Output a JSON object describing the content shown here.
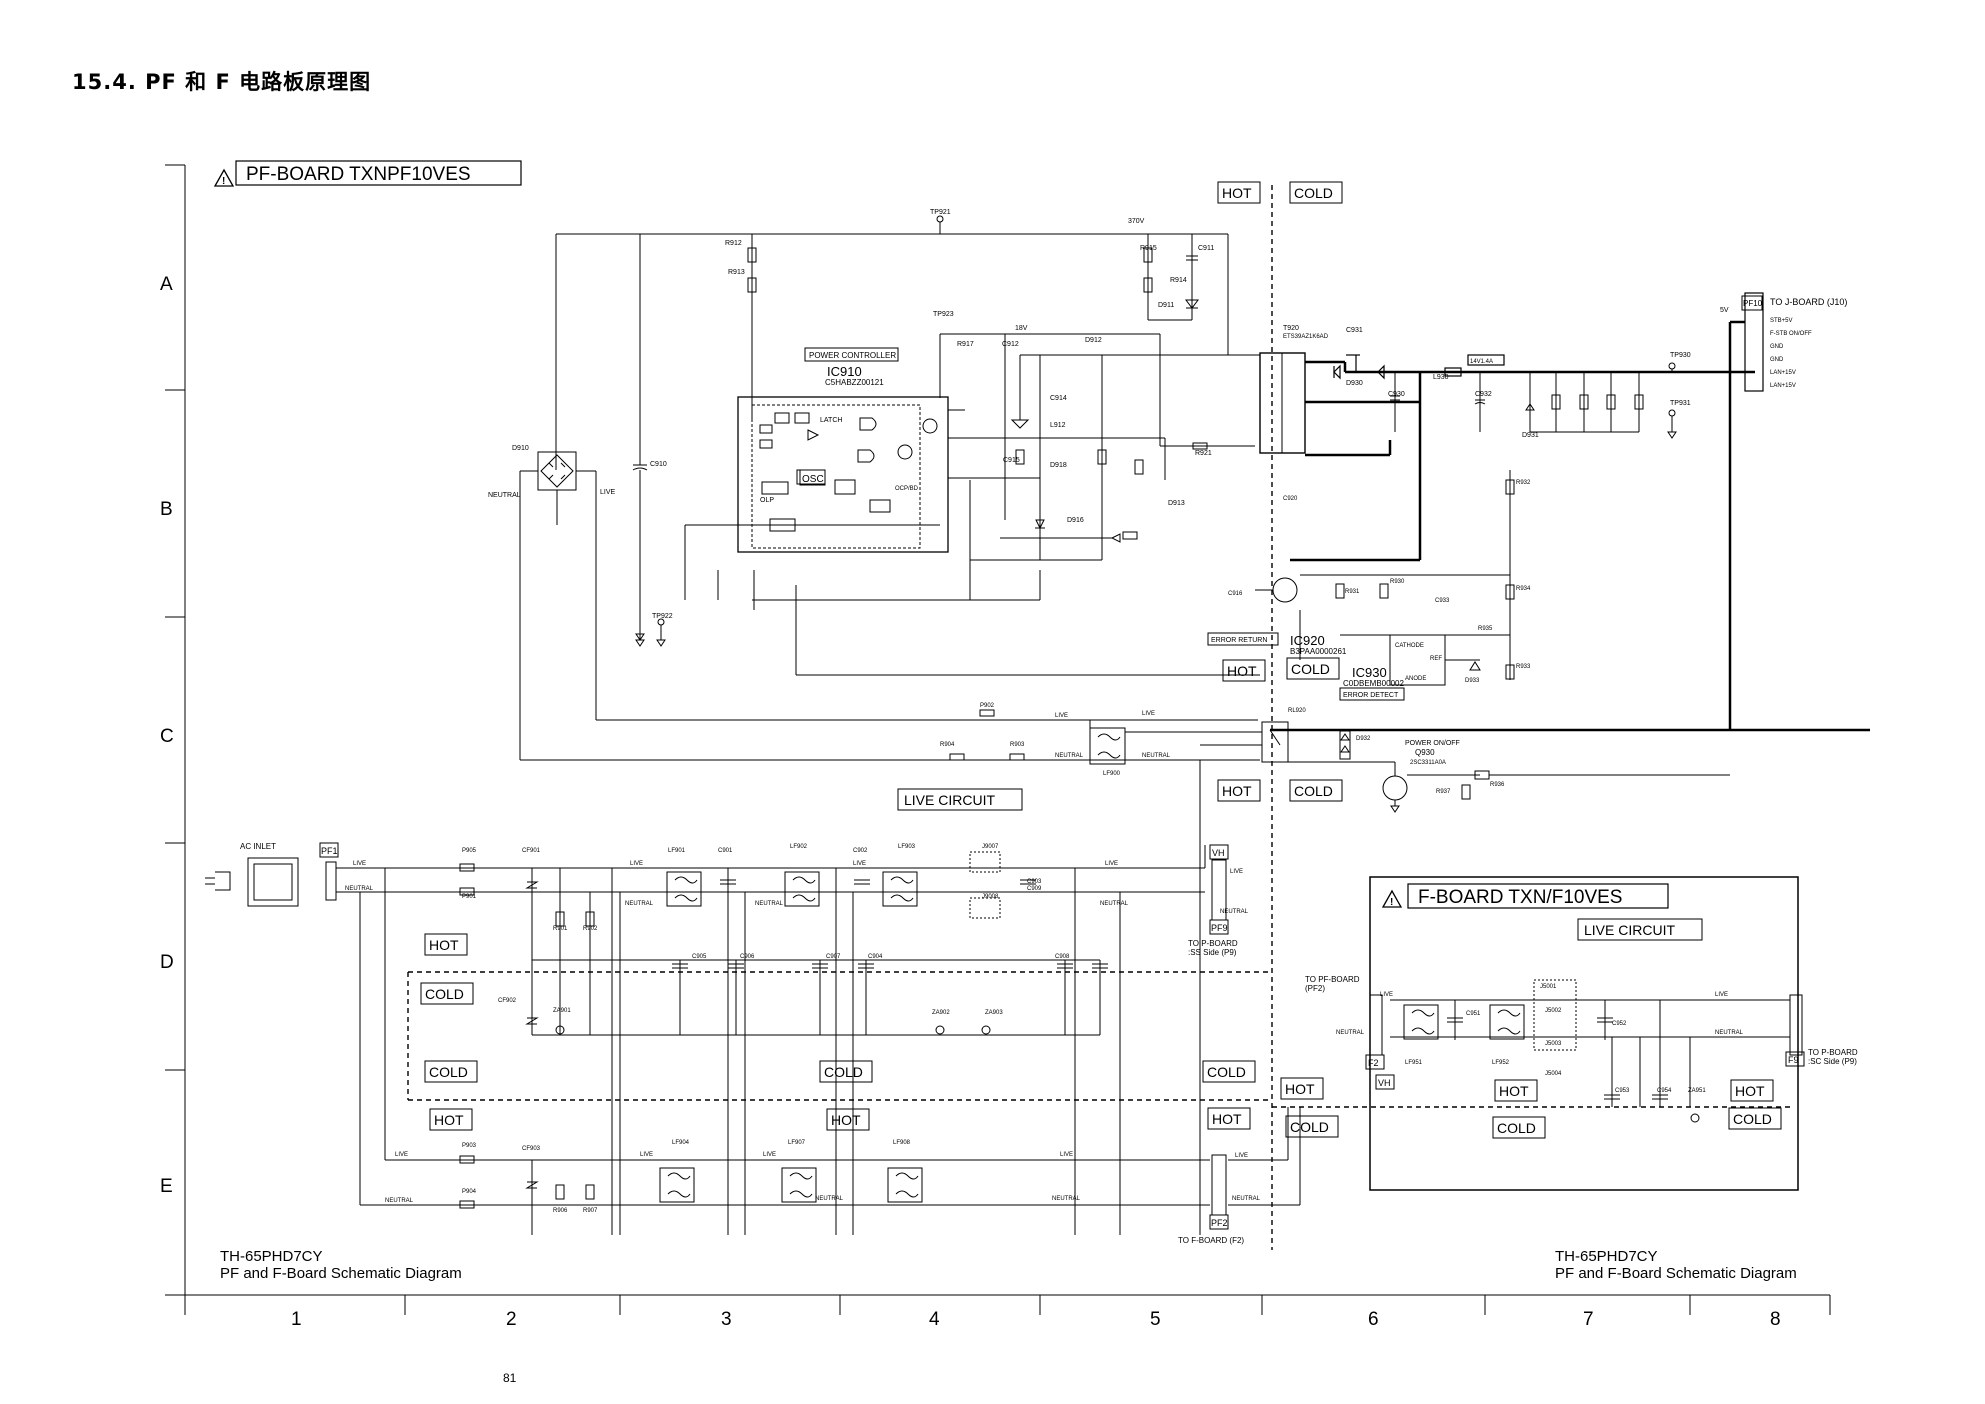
{
  "page": {
    "title": "15.4.  PF 和 F 电路板原理图",
    "page_number": "81"
  },
  "grid": {
    "rows": [
      "A",
      "B",
      "C",
      "D",
      "E"
    ],
    "columns": [
      "1",
      "2",
      "3",
      "4",
      "5",
      "6",
      "7",
      "8"
    ]
  },
  "boards": {
    "pf_title": "PF-BOARD  TXNPF10VES",
    "f_title": "F-BOARD  TXN/F10VES"
  },
  "zones": {
    "hot": "HOT",
    "cold": "COLD",
    "live_circuit": "LIVE CIRCUIT"
  },
  "blocks": {
    "power_controller": "POWER CONTROLLER",
    "ic910": "IC910",
    "ic910_part": "C5HABZZ00121",
    "ic920": "IC920",
    "ic920_part": "B3PAA0000261",
    "ic930": "IC930",
    "ic930_part": "C0DBEMB00002",
    "error_return": "ERROR RETURN",
    "error_detect": "ERROR DETECT",
    "osc": "OSC",
    "latch": "LATCH",
    "olp": "OLP",
    "q930": "Q930",
    "q930_part": "2SC3311A0A",
    "power_onoff": "POWER ON/OFF",
    "ac_inlet": "AC INLET"
  },
  "connectors": {
    "pf1": "PF1",
    "pf2": "PF2",
    "pf9": "PF9",
    "pf10": "PF10",
    "f2": "F2",
    "f9": "F9",
    "vh": "VH",
    "to_j_board": "TO J-BOARD (J10)",
    "to_p_board_ss": "TO P-BOARD",
    "to_p_board_ss_2": ":SS Side (P9)",
    "to_f_board": "TO F-BOARD (F2)",
    "to_pf_board": "TO PF-BOARD",
    "to_pf_board_2": "(PF2)",
    "to_p_board_sc": "TO P-BOARD",
    "to_p_board_sc_2": ":SC Side (P9)"
  },
  "pf10_pins": [
    "STB+5V",
    "F-STB ON/OFF",
    "GND",
    "GND",
    "LAN+15V",
    "LAN+15V"
  ],
  "signals": {
    "live": "LIVE",
    "neutral": "NEUTRAL",
    "v370": "370V",
    "v18": "18V",
    "v5": "5V",
    "v14": "14V1.4A",
    "gnd": "GND"
  },
  "components": {
    "r912": "R912",
    "r913": "R913",
    "r915": "R915",
    "r914": "R914",
    "c911": "C911",
    "d911": "D911",
    "d910": "D910",
    "c910": "C910",
    "t920": "T920",
    "t920_part": "ETS39AZ1K6AD",
    "d930": "D930",
    "c930": "C930",
    "c931": "C931",
    "l930": "L930",
    "c932": "C932",
    "d931": "D931",
    "tp921": "TP921",
    "tp923": "TP923",
    "tp922": "TP922",
    "tp930": "TP930",
    "tp931": "TP931",
    "r917": "R917",
    "c912": "C912",
    "d912": "D912",
    "c914": "C914",
    "l912": "L912",
    "c915": "C915",
    "d918": "D918",
    "d916": "D916",
    "d913": "D913",
    "r921": "R921",
    "c920": "C920",
    "c916": "C916",
    "r931": "R931",
    "r930": "R930",
    "c933": "C933",
    "r935": "R935",
    "d933": "D933",
    "r932": "R932",
    "r934": "R934",
    "r933": "R933",
    "rl920": "RL920",
    "d932": "D932",
    "r936": "R936",
    "r937": "R937",
    "p902": "P902",
    "lf900": "LF900",
    "r904": "R904",
    "r903": "R903",
    "p905": "P905",
    "p901": "P901",
    "cf901": "CF901",
    "lf901": "LF901",
    "lf902": "LF902",
    "lf903": "LF903",
    "c901": "C901",
    "c902": "C902",
    "c903": "C903",
    "j9007": "J9007",
    "j9008": "J9008",
    "c909": "C909",
    "za901": "ZA901",
    "za902": "ZA902",
    "za903": "ZA903",
    "cf902": "CF902",
    "p903": "P903",
    "p904": "P904",
    "cf903": "CF903",
    "lf904": "LF904",
    "lf907": "LF907",
    "lf908": "LF908",
    "c904": "C904",
    "c905": "C905",
    "c906": "C906",
    "c907": "C907",
    "c908": "C908",
    "r901": "R901",
    "r902": "R902",
    "r906": "R906",
    "r907": "R907",
    "lf951": "LF951",
    "lf952": "LF952",
    "j5001": "J5001",
    "j5002": "J5002",
    "j5003": "J5003",
    "j5004": "J5004",
    "c951": "C951",
    "c952": "C952",
    "c953": "C953",
    "c954": "C954",
    "za951": "ZA951",
    "anode": "ANODE",
    "cathode": "CATHODE",
    "ref": "REF",
    "ocp": "OCP/BD"
  },
  "footer": {
    "model_left": "TH-65PHD7CY",
    "desc_left": "PF and F-Board Schematic Diagram",
    "model_right": "TH-65PHD7CY",
    "desc_right": "PF and F-Board Schematic Diagram"
  }
}
